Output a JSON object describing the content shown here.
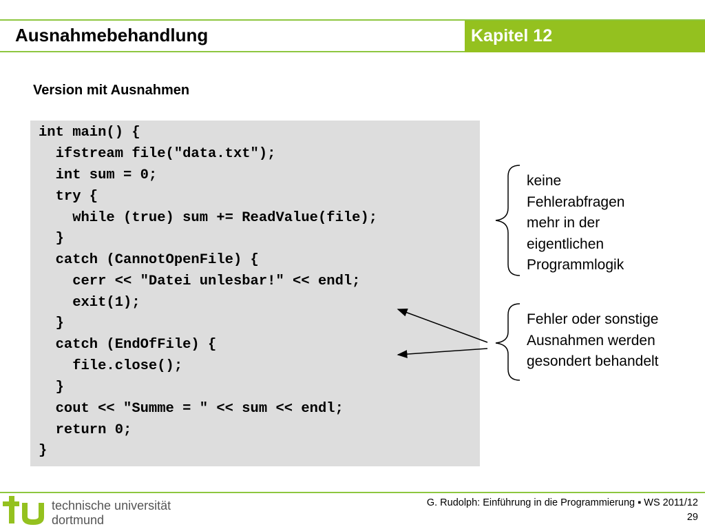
{
  "header": {
    "title": "Ausnahmebehandlung",
    "chapter": "Kapitel 12"
  },
  "subtitle": "Version mit Ausnahmen",
  "code_lines": [
    "int main() {",
    "  ifstream file(\"data.txt\");",
    "  int sum = 0;",
    "  try {",
    "    while (true) sum += ReadValue(file);",
    "  }",
    "  catch (CannotOpenFile) {",
    "    cerr << \"Datei unlesbar!\" << endl;",
    "    exit(1);",
    "  }",
    "  catch (EndOfFile) {",
    "    file.close();",
    "  }",
    "  cout << \"Summe = \" << sum << endl;",
    "  return 0;",
    "}"
  ],
  "notes": {
    "first": [
      "keine",
      "Fehlerabfragen",
      "mehr in der",
      "eigentlichen",
      "Programmlogik"
    ],
    "second": [
      "Fehler oder sonstige",
      "Ausnahmen werden",
      "gesondert behandelt"
    ]
  },
  "footer": {
    "logo_lines": [
      "technische universität",
      "dortmund"
    ],
    "citation": "G. Rudolph: Einführung in die Programmierung ▪ WS 2011/12",
    "page_number": "29"
  },
  "colors": {
    "accent": "#94c11f",
    "code_background": "#dddddd"
  }
}
